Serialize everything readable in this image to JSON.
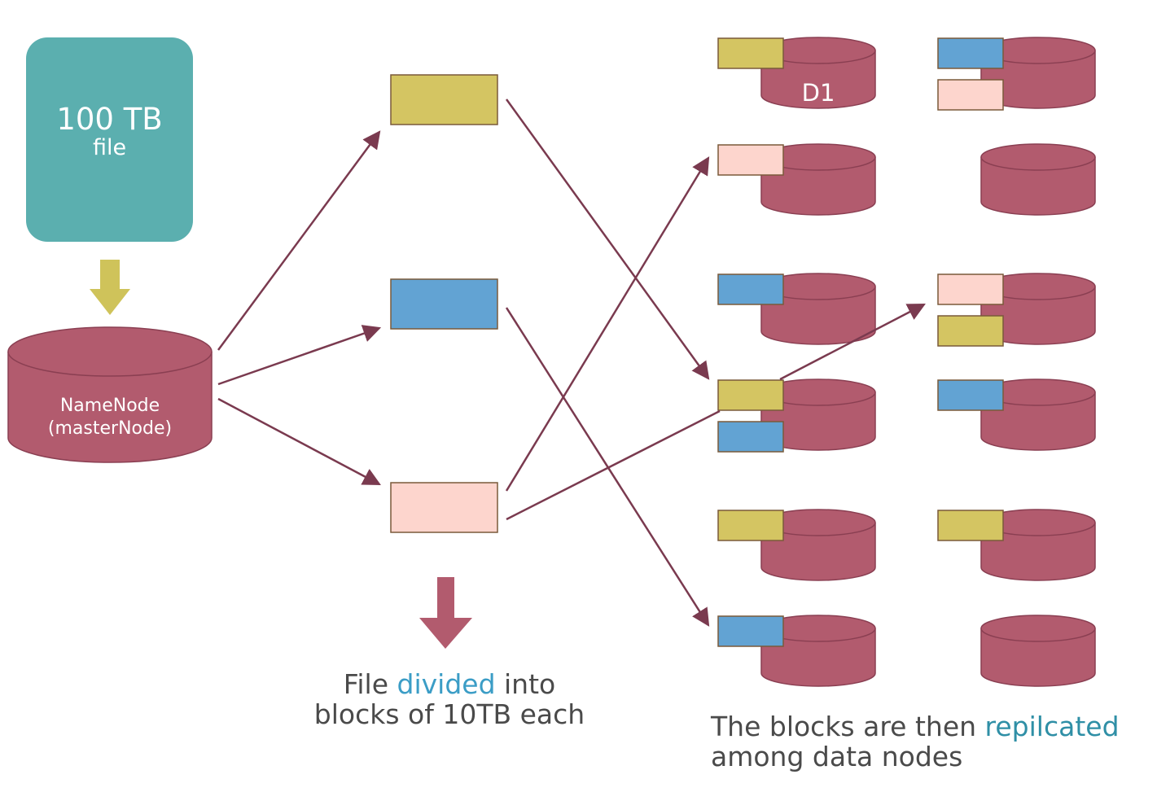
{
  "colors": {
    "file_box": "#5bafaf",
    "storage": "#b25b6e",
    "storage_edge": "#8a3f52",
    "arrow": "#7a3a4f",
    "nn_to_name_arrow": "#cfc35a",
    "down_arrow": "#b25b6e",
    "block_yellow": "#d4c562",
    "block_blue": "#62a3d3",
    "block_pink": "#fdd5cd"
  },
  "file_box": {
    "size": "100 TB",
    "label": "file"
  },
  "name_node": {
    "line1": "NameNode",
    "line2": "(masterNode)"
  },
  "data_node_label": "D1",
  "caption_left": {
    "before": "File ",
    "highlight": "divided",
    "after": " into",
    "line2": "blocks of 10TB each"
  },
  "caption_right": {
    "before": "The blocks are then ",
    "highlight": "repilcated",
    "line2": "among data nodes"
  },
  "blocks": [
    "yellow",
    "blue",
    "pink"
  ],
  "data_nodes": [
    {
      "id": "left-1",
      "blocks": [
        "yellow"
      ]
    },
    {
      "id": "right-1",
      "blocks": [
        "blue",
        "pink"
      ]
    },
    {
      "id": "left-2",
      "blocks": [
        "pink"
      ]
    },
    {
      "id": "right-2",
      "blocks": []
    },
    {
      "id": "left-3",
      "blocks": [
        "blue"
      ]
    },
    {
      "id": "right-3",
      "blocks": [
        "pink",
        "yellow"
      ]
    },
    {
      "id": "left-4",
      "blocks": [
        "yellow",
        "blue"
      ]
    },
    {
      "id": "right-4",
      "blocks": [
        "blue"
      ]
    },
    {
      "id": "left-5",
      "blocks": [
        "yellow"
      ]
    },
    {
      "id": "right-5",
      "blocks": [
        "yellow"
      ]
    },
    {
      "id": "left-6",
      "blocks": [
        "blue"
      ]
    },
    {
      "id": "right-6",
      "blocks": []
    }
  ]
}
